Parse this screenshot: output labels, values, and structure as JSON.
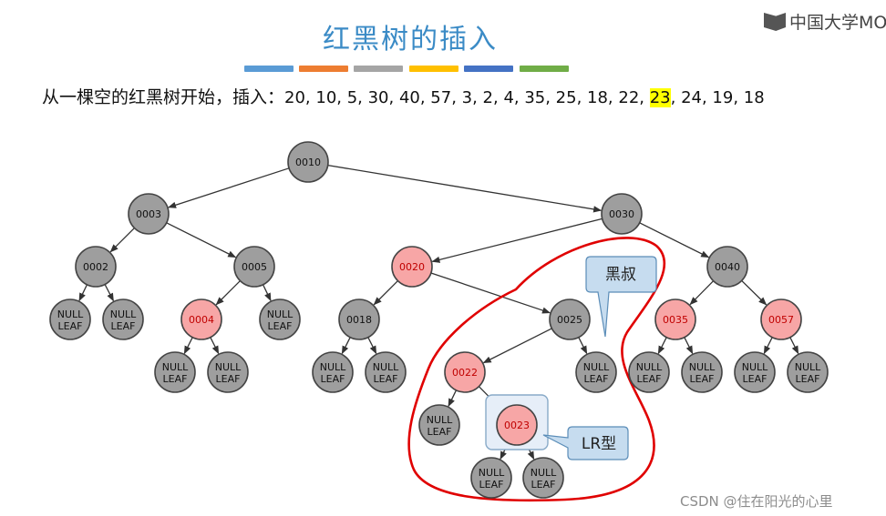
{
  "title": "红黑树的插入",
  "logo_text": "中国大学MOOC",
  "color_bar": [
    "#5a9bd5",
    "#ed7d31",
    "#a5a5a5",
    "#ffc000",
    "#4472c4",
    "#70ad47"
  ],
  "sequence": {
    "prefix": "从一棵空的红黑树开始，插入：",
    "before": "20, 10, 5, 30, 40, 57, 3, 2, 4, 35, 25, 18, 22, ",
    "highlight": "23",
    "after": ", 24, 19, 18"
  },
  "colors": {
    "black_node": "#9e9e9e",
    "red_node": "#f7a6a6",
    "red_text": "#c00000",
    "annotation": "#e00000",
    "callout_fill": "#c6dcef"
  },
  "tree": {
    "nodes": [
      {
        "id": "n10",
        "label": "0010",
        "color": "black"
      },
      {
        "id": "n3",
        "label": "0003",
        "color": "black"
      },
      {
        "id": "n30",
        "label": "0030",
        "color": "black"
      },
      {
        "id": "n2",
        "label": "0002",
        "color": "black"
      },
      {
        "id": "n5",
        "label": "0005",
        "color": "black"
      },
      {
        "id": "n20",
        "label": "0020",
        "color": "red"
      },
      {
        "id": "n40",
        "label": "0040",
        "color": "black"
      },
      {
        "id": "n4",
        "label": "0004",
        "color": "red"
      },
      {
        "id": "n18",
        "label": "0018",
        "color": "black"
      },
      {
        "id": "n25",
        "label": "0025",
        "color": "black"
      },
      {
        "id": "n35",
        "label": "0035",
        "color": "red"
      },
      {
        "id": "n57",
        "label": "0057",
        "color": "red"
      },
      {
        "id": "n22",
        "label": "0022",
        "color": "red"
      },
      {
        "id": "n23",
        "label": "0023",
        "color": "red"
      }
    ],
    "leaf_line1": "NULL",
    "leaf_line2": "LEAF",
    "edges": [
      [
        "n10",
        "n3"
      ],
      [
        "n10",
        "n30"
      ],
      [
        "n3",
        "n2"
      ],
      [
        "n3",
        "n5"
      ],
      [
        "n30",
        "n20"
      ],
      [
        "n30",
        "n40"
      ],
      [
        "n2",
        "l1"
      ],
      [
        "n2",
        "l2"
      ],
      [
        "n5",
        "n4"
      ],
      [
        "n5",
        "l3"
      ],
      [
        "n4",
        "l4"
      ],
      [
        "n4",
        "l5"
      ],
      [
        "n20",
        "n18"
      ],
      [
        "n20",
        "n25"
      ],
      [
        "n18",
        "l6"
      ],
      [
        "n18",
        "l7"
      ],
      [
        "n25",
        "n22"
      ],
      [
        "n25",
        "l8"
      ],
      [
        "n22",
        "l9"
      ],
      [
        "n22",
        "n23"
      ],
      [
        "n23",
        "l10"
      ],
      [
        "n23",
        "l11"
      ],
      [
        "n40",
        "n35"
      ],
      [
        "n40",
        "n57"
      ],
      [
        "n35",
        "l12"
      ],
      [
        "n35",
        "l13"
      ],
      [
        "n57",
        "l14"
      ],
      [
        "n57",
        "l15"
      ]
    ]
  },
  "callouts": {
    "uncle": "黑叔",
    "type": "LR型"
  },
  "watermark": "CSDN @住在阳光的心里"
}
